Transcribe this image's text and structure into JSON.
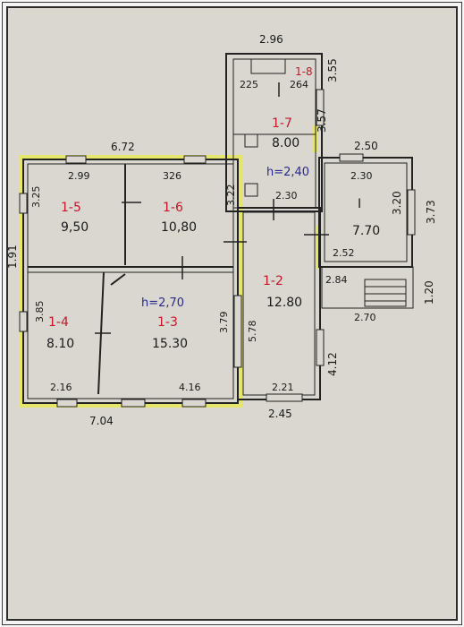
{
  "dimensions": {
    "top_outer": "2.96",
    "left_top": "6.72",
    "right_top": "2.50",
    "bottom_left": "7.04",
    "bottom_mid": "2.45",
    "left_side": "1.91",
    "right_col_a": "3.55",
    "right_col_b": "3.57",
    "right_wing_side": "3.73",
    "right_wing_inner": "3.20",
    "porch_side": "1.20",
    "lower_right": "4.12"
  },
  "inner_dims": {
    "d225": "225",
    "d264": "264",
    "d299": "2.99",
    "d326": "326",
    "d322": "3.22",
    "d325": "3.25",
    "d385": "3.85",
    "d379": "3.79",
    "d578": "5.78",
    "d216": "2.16",
    "d416": "4.16",
    "d221": "2.21",
    "d230a": "2.30",
    "d230b": "2.30",
    "d252": "2.52",
    "d284": "2.84",
    "d270": "2.70"
  },
  "rooms": {
    "r15": {
      "label": "1-5",
      "area": "9,50"
    },
    "r16": {
      "label": "1-6",
      "area": "10,80"
    },
    "r14": {
      "label": "1-4",
      "area": "8.10"
    },
    "r13": {
      "label": "1-3",
      "area": "15.30"
    },
    "r12": {
      "label": "1-2",
      "area": "12.80"
    },
    "r17": {
      "label": "1-7",
      "area": "8.00"
    },
    "r18": {
      "label": "1-8"
    },
    "rI": {
      "label": "I",
      "area": "7.70"
    }
  },
  "heights": {
    "h_main": "h=2,70",
    "h_annex": "h=2,40"
  },
  "colors": {
    "paper": "#d9d7d0",
    "ink": "#1a1a1a",
    "red_ink": "#c0182a",
    "blue_ink": "#2a2a8c",
    "wall_highlight": "#e8e85a"
  }
}
